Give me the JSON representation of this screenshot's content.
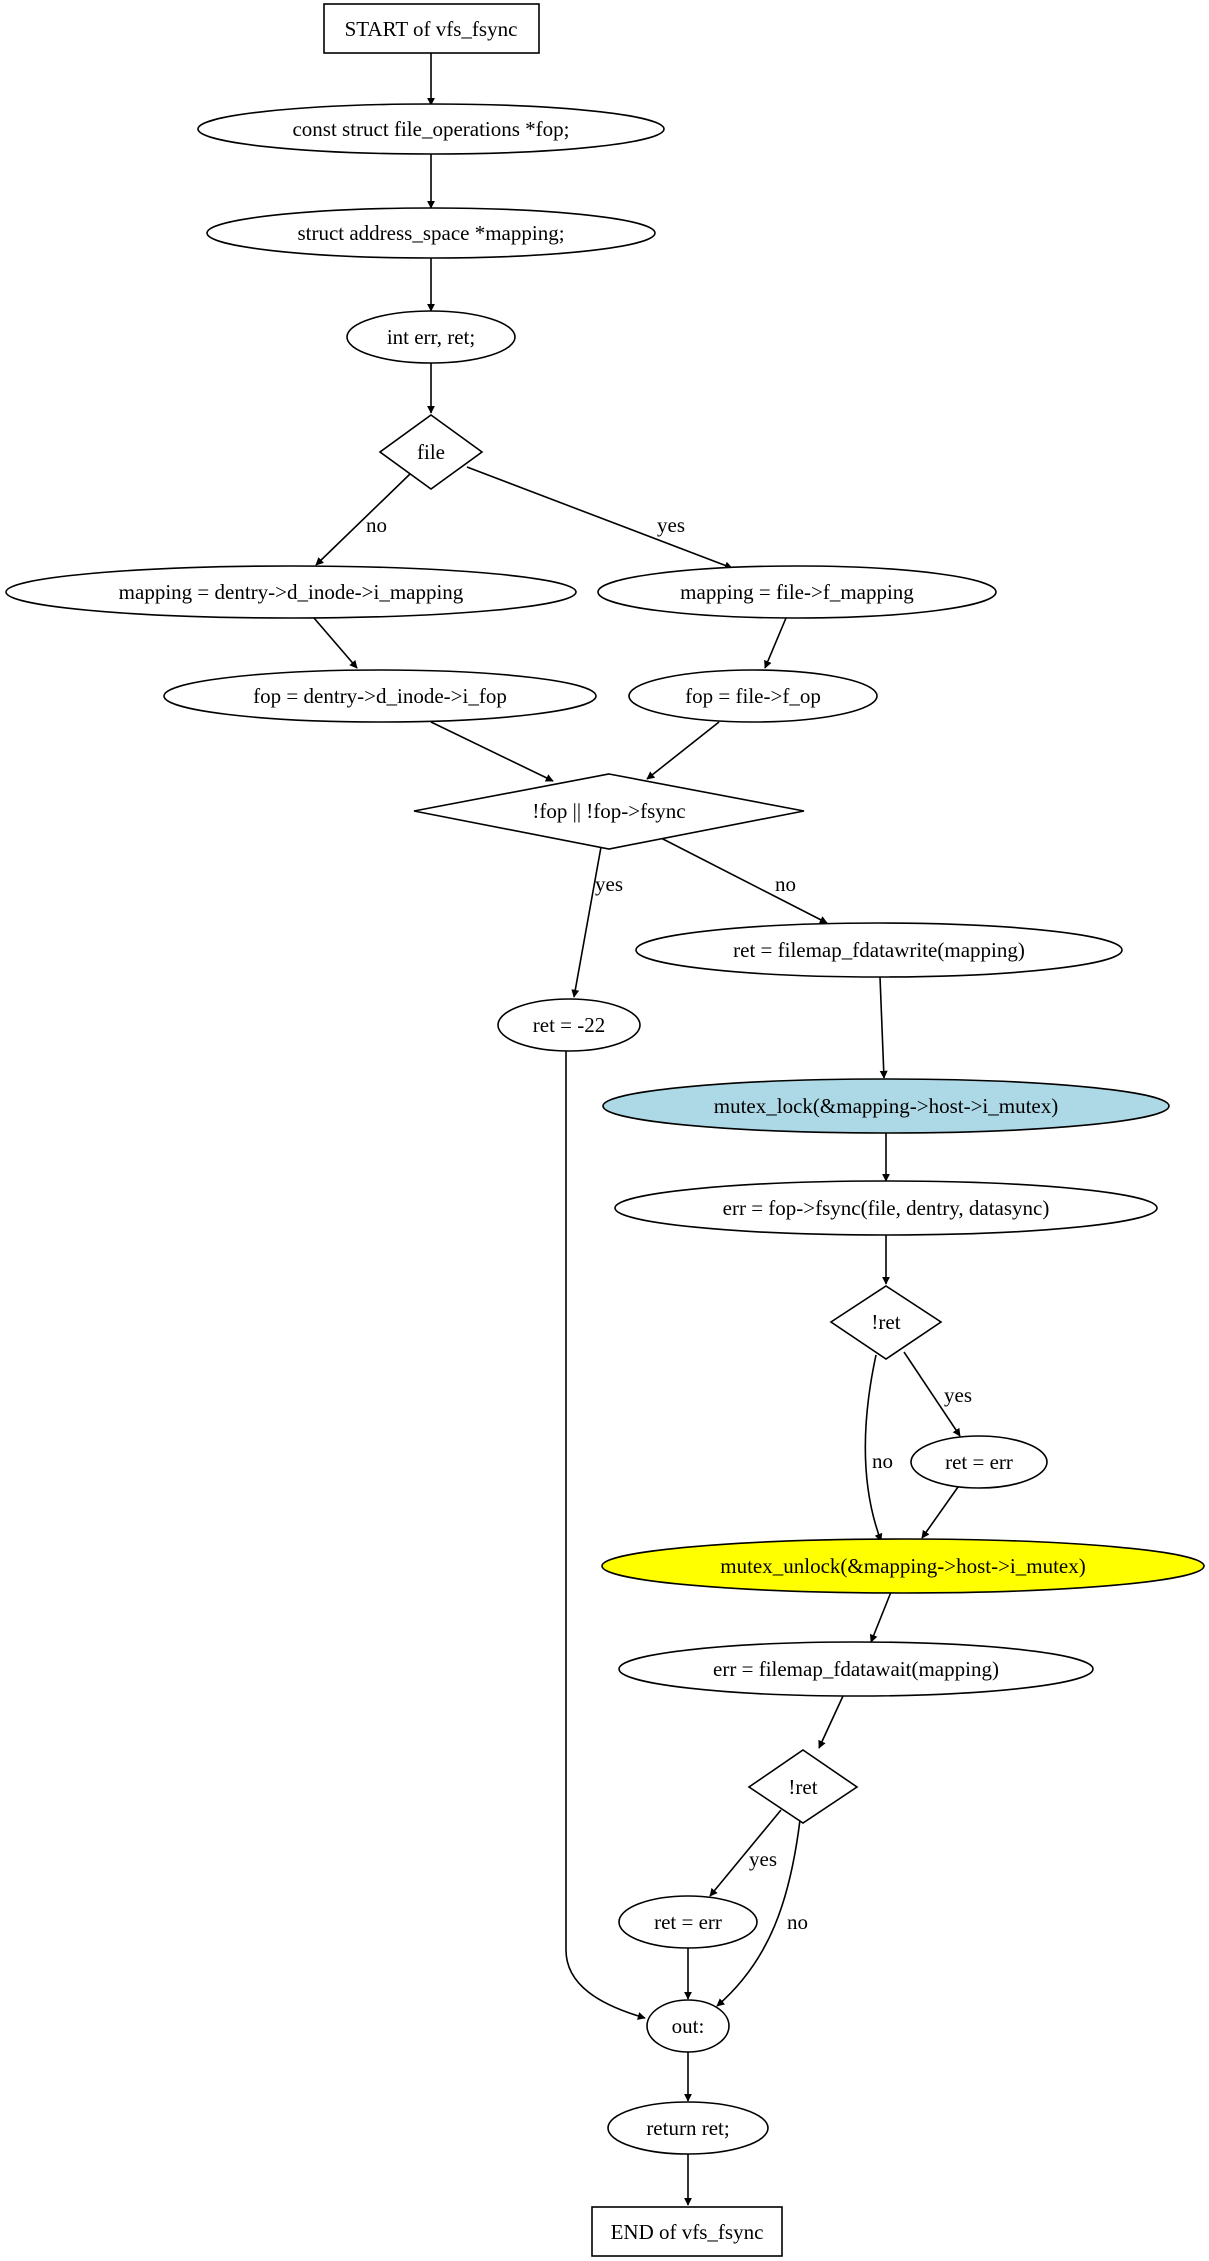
{
  "colors": {
    "stroke": "#000000",
    "background": "#ffffff",
    "mutex_lock_fill": "#add8e6",
    "mutex_unlock_fill": "#ffff00"
  },
  "nodes": {
    "start": "START of vfs_fsync",
    "decl_fop": "const struct file_operations *fop;",
    "decl_mapping": "struct address_space *mapping;",
    "decl_err": "int err, ret;",
    "cond_file": "file",
    "mapping_dentry": "mapping = dentry->d_inode->i_mapping",
    "mapping_file": "mapping = file->f_mapping",
    "fop_dentry": "fop = dentry->d_inode->i_fop",
    "fop_file": "fop = file->f_op",
    "cond_fop": "!fop || !fop->fsync",
    "ret_einval": "ret = -22",
    "fdatawrite": "ret = filemap_fdatawrite(mapping)",
    "mutex_lock": "mutex_lock(&mapping->host->i_mutex)",
    "fsync_call": "err = fop->fsync(file, dentry, datasync)",
    "cond_ret1": "!ret",
    "ret_err1": "ret = err",
    "mutex_unlock": "mutex_unlock(&mapping->host->i_mutex)",
    "fdatawait": "err = filemap_fdatawait(mapping)",
    "cond_ret2": "!ret",
    "ret_err2": "ret = err",
    "out_label": "out:",
    "return_ret": "return ret;",
    "end": "END of vfs_fsync"
  },
  "edge_labels": {
    "file_no": "no",
    "file_yes": "yes",
    "fop_yes": "yes",
    "fop_no": "no",
    "ret1_yes": "yes",
    "ret1_no": "no",
    "ret2_yes": "yes",
    "ret2_no": "no"
  }
}
